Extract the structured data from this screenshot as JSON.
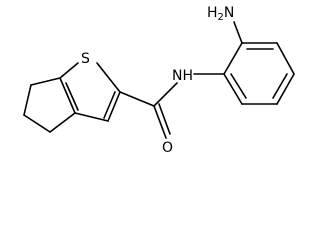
{
  "molecule": {
    "atoms": {
      "nh2": {
        "main": "H",
        "sub": "2",
        "tail": "N"
      },
      "nh": "NH",
      "s": "S",
      "o": "O"
    }
  },
  "colors": {
    "bond": "#000000",
    "text": "#000000",
    "background": "#ffffff"
  }
}
